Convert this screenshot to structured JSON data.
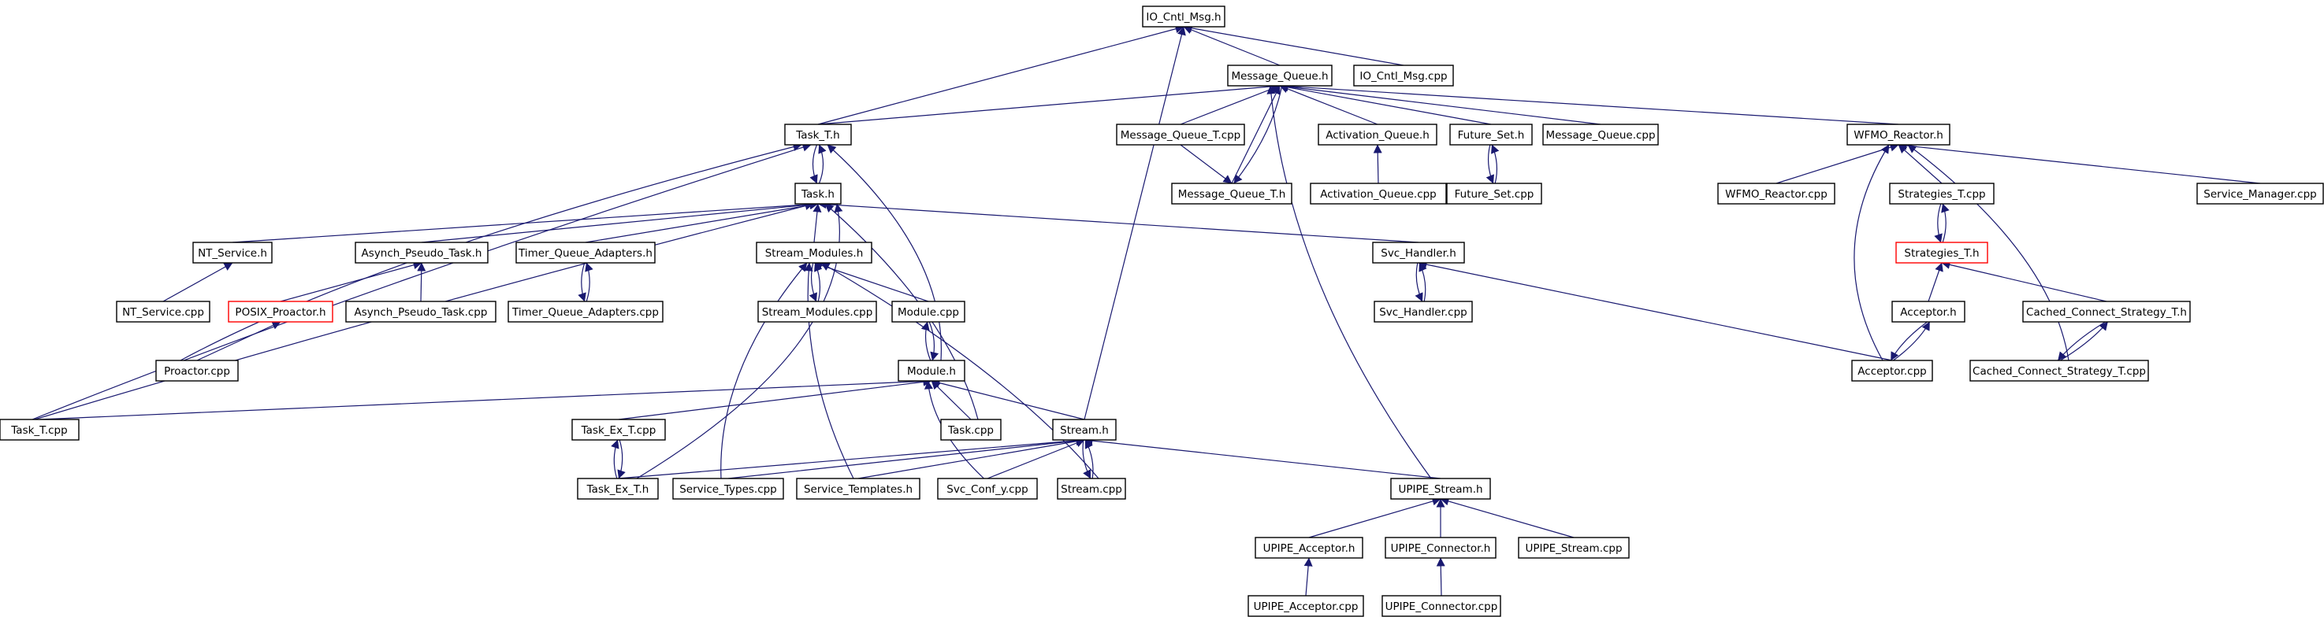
{
  "colors": {
    "edge": "#191970",
    "node_border": "#000000",
    "node_border_undocumented": "#ff0000",
    "root_fill": "#bfbfbf",
    "node_fill": "#ffffff",
    "background": "#ffffff"
  },
  "nodes": [
    {
      "id": "io_cntl_msg_h",
      "label": "IO_Cntl_Msg.h",
      "role": "root"
    },
    {
      "id": "message_queue_h",
      "label": "Message_Queue.h"
    },
    {
      "id": "io_cntl_msg_cpp",
      "label": "IO_Cntl_Msg.cpp"
    },
    {
      "id": "task_t_h",
      "label": "Task_T.h"
    },
    {
      "id": "message_queue_t_cpp",
      "label": "Message_Queue_T.cpp"
    },
    {
      "id": "activation_queue_h",
      "label": "Activation_Queue.h"
    },
    {
      "id": "future_set_h",
      "label": "Future_Set.h"
    },
    {
      "id": "message_queue_cpp",
      "label": "Message_Queue.cpp"
    },
    {
      "id": "wfmo_reactor_h",
      "label": "WFMO_Reactor.h"
    },
    {
      "id": "task_h",
      "label": "Task.h"
    },
    {
      "id": "message_queue_t_h",
      "label": "Message_Queue_T.h"
    },
    {
      "id": "activation_queue_cpp",
      "label": "Activation_Queue.cpp"
    },
    {
      "id": "future_set_cpp",
      "label": "Future_Set.cpp"
    },
    {
      "id": "wfmo_reactor_cpp",
      "label": "WFMO_Reactor.cpp"
    },
    {
      "id": "strategies_t_cpp",
      "label": "Strategies_T.cpp"
    },
    {
      "id": "service_manager_cpp",
      "label": "Service_Manager.cpp"
    },
    {
      "id": "nt_service_h",
      "label": "NT_Service.h"
    },
    {
      "id": "asynch_pseudo_task_h",
      "label": "Asynch_Pseudo_Task.h"
    },
    {
      "id": "timer_queue_adapters_h",
      "label": "Timer_Queue_Adapters.h"
    },
    {
      "id": "stream_modules_h",
      "label": "Stream_Modules.h"
    },
    {
      "id": "svc_handler_h",
      "label": "Svc_Handler.h"
    },
    {
      "id": "strategies_t_h",
      "label": "Strategies_T.h",
      "role": "undocumented"
    },
    {
      "id": "nt_service_cpp",
      "label": "NT_Service.cpp"
    },
    {
      "id": "posix_proactor_h",
      "label": "POSIX_Proactor.h",
      "role": "undocumented"
    },
    {
      "id": "asynch_pseudo_task_cpp",
      "label": "Asynch_Pseudo_Task.cpp"
    },
    {
      "id": "timer_queue_adapters_cpp",
      "label": "Timer_Queue_Adapters.cpp"
    },
    {
      "id": "stream_modules_cpp",
      "label": "Stream_Modules.cpp"
    },
    {
      "id": "module_cpp",
      "label": "Module.cpp"
    },
    {
      "id": "svc_handler_cpp",
      "label": "Svc_Handler.cpp"
    },
    {
      "id": "acceptor_h",
      "label": "Acceptor.h"
    },
    {
      "id": "cached_connect_strategy_t_h",
      "label": "Cached_Connect_Strategy_T.h"
    },
    {
      "id": "proactor_cpp",
      "label": "Proactor.cpp"
    },
    {
      "id": "module_h",
      "label": "Module.h"
    },
    {
      "id": "acceptor_cpp",
      "label": "Acceptor.cpp"
    },
    {
      "id": "cached_connect_strategy_t_cpp",
      "label": "Cached_Connect_Strategy_T.cpp"
    },
    {
      "id": "task_t_cpp",
      "label": "Task_T.cpp"
    },
    {
      "id": "task_ex_t_cpp",
      "label": "Task_Ex_T.cpp"
    },
    {
      "id": "task_cpp",
      "label": "Task.cpp"
    },
    {
      "id": "stream_h",
      "label": "Stream.h"
    },
    {
      "id": "task_ex_t_h",
      "label": "Task_Ex_T.h"
    },
    {
      "id": "service_types_cpp",
      "label": "Service_Types.cpp"
    },
    {
      "id": "service_templates_h",
      "label": "Service_Templates.h"
    },
    {
      "id": "svc_conf_y_cpp",
      "label": "Svc_Conf_y.cpp"
    },
    {
      "id": "stream_cpp",
      "label": "Stream.cpp"
    },
    {
      "id": "upipe_stream_h",
      "label": "UPIPE_Stream.h"
    },
    {
      "id": "upipe_acceptor_h",
      "label": "UPIPE_Acceptor.h"
    },
    {
      "id": "upipe_connector_h",
      "label": "UPIPE_Connector.h"
    },
    {
      "id": "upipe_stream_cpp",
      "label": "UPIPE_Stream.cpp"
    },
    {
      "id": "upipe_acceptor_cpp",
      "label": "UPIPE_Acceptor.cpp"
    },
    {
      "id": "upipe_connector_cpp",
      "label": "UPIPE_Connector.cpp"
    }
  ],
  "edges": [
    {
      "from": "message_queue_h",
      "to": "io_cntl_msg_h"
    },
    {
      "from": "io_cntl_msg_cpp",
      "to": "io_cntl_msg_h"
    },
    {
      "from": "task_t_h",
      "to": "io_cntl_msg_h"
    },
    {
      "from": "stream_h",
      "to": "io_cntl_msg_h"
    },
    {
      "from": "task_t_h",
      "to": "message_queue_h"
    },
    {
      "from": "message_queue_t_cpp",
      "to": "message_queue_h"
    },
    {
      "from": "message_queue_t_h",
      "to": "message_queue_h"
    },
    {
      "from": "activation_queue_h",
      "to": "message_queue_h"
    },
    {
      "from": "future_set_h",
      "to": "message_queue_h"
    },
    {
      "from": "message_queue_cpp",
      "to": "message_queue_h"
    },
    {
      "from": "wfmo_reactor_h",
      "to": "message_queue_h"
    },
    {
      "from": "upipe_stream_h",
      "to": "message_queue_h"
    },
    {
      "from": "message_queue_h",
      "to": "message_queue_t_h"
    },
    {
      "from": "message_queue_t_cpp",
      "to": "message_queue_t_h"
    },
    {
      "from": "activation_queue_cpp",
      "to": "activation_queue_h"
    },
    {
      "from": "future_set_cpp",
      "to": "future_set_h"
    },
    {
      "from": "future_set_h",
      "to": "future_set_cpp"
    },
    {
      "from": "wfmo_reactor_cpp",
      "to": "wfmo_reactor_h"
    },
    {
      "from": "strategies_t_cpp",
      "to": "wfmo_reactor_h"
    },
    {
      "from": "service_manager_cpp",
      "to": "wfmo_reactor_h"
    },
    {
      "from": "acceptor_cpp",
      "to": "wfmo_reactor_h"
    },
    {
      "from": "cached_connect_strategy_t_cpp",
      "to": "wfmo_reactor_h"
    },
    {
      "from": "strategies_t_h",
      "to": "strategies_t_cpp"
    },
    {
      "from": "strategies_t_cpp",
      "to": "strategies_t_h"
    },
    {
      "from": "acceptor_h",
      "to": "strategies_t_h"
    },
    {
      "from": "cached_connect_strategy_t_h",
      "to": "strategies_t_h"
    },
    {
      "from": "acceptor_cpp",
      "to": "acceptor_h"
    },
    {
      "from": "acceptor_h",
      "to": "acceptor_cpp"
    },
    {
      "from": "cached_connect_strategy_t_cpp",
      "to": "cached_connect_strategy_t_h"
    },
    {
      "from": "cached_connect_strategy_t_h",
      "to": "cached_connect_strategy_t_cpp"
    },
    {
      "from": "task_h",
      "to": "task_t_h"
    },
    {
      "from": "task_t_h",
      "to": "task_h"
    },
    {
      "from": "task_t_cpp",
      "to": "task_t_h"
    },
    {
      "from": "proactor_cpp",
      "to": "task_t_h"
    },
    {
      "from": "module_h",
      "to": "task_t_h"
    },
    {
      "from": "nt_service_h",
      "to": "task_h"
    },
    {
      "from": "asynch_pseudo_task_h",
      "to": "task_h"
    },
    {
      "from": "timer_queue_adapters_h",
      "to": "task_h"
    },
    {
      "from": "stream_modules_h",
      "to": "task_h"
    },
    {
      "from": "svc_handler_h",
      "to": "task_h"
    },
    {
      "from": "task_cpp",
      "to": "task_h"
    },
    {
      "from": "task_ex_t_h",
      "to": "task_h"
    },
    {
      "from": "nt_service_cpp",
      "to": "nt_service_h"
    },
    {
      "from": "posix_proactor_h",
      "to": "asynch_pseudo_task_h"
    },
    {
      "from": "asynch_pseudo_task_cpp",
      "to": "asynch_pseudo_task_h"
    },
    {
      "from": "proactor_cpp",
      "to": "posix_proactor_h"
    },
    {
      "from": "timer_queue_adapters_cpp",
      "to": "timer_queue_adapters_h"
    },
    {
      "from": "timer_queue_adapters_h",
      "to": "timer_queue_adapters_cpp"
    },
    {
      "from": "stream_modules_cpp",
      "to": "stream_modules_h"
    },
    {
      "from": "stream_modules_h",
      "to": "stream_modules_cpp"
    },
    {
      "from": "module_cpp",
      "to": "stream_modules_h"
    },
    {
      "from": "service_types_cpp",
      "to": "stream_modules_h"
    },
    {
      "from": "service_templates_h",
      "to": "stream_modules_h"
    },
    {
      "from": "stream_cpp",
      "to": "stream_modules_h"
    },
    {
      "from": "svc_handler_cpp",
      "to": "svc_handler_h"
    },
    {
      "from": "svc_handler_h",
      "to": "svc_handler_cpp"
    },
    {
      "from": "acceptor_cpp",
      "to": "svc_handler_h"
    },
    {
      "from": "module_h",
      "to": "module_cpp"
    },
    {
      "from": "module_cpp",
      "to": "module_h"
    },
    {
      "from": "task_t_cpp",
      "to": "module_h"
    },
    {
      "from": "task_ex_t_cpp",
      "to": "module_h"
    },
    {
      "from": "task_cpp",
      "to": "module_h"
    },
    {
      "from": "stream_h",
      "to": "module_h"
    },
    {
      "from": "svc_conf_y_cpp",
      "to": "module_h"
    },
    {
      "from": "task_ex_t_h",
      "to": "task_ex_t_cpp"
    },
    {
      "from": "task_ex_t_cpp",
      "to": "task_ex_t_h"
    },
    {
      "from": "task_ex_t_h",
      "to": "stream_h"
    },
    {
      "from": "service_types_cpp",
      "to": "stream_h"
    },
    {
      "from": "service_templates_h",
      "to": "stream_h"
    },
    {
      "from": "svc_conf_y_cpp",
      "to": "stream_h"
    },
    {
      "from": "stream_cpp",
      "to": "stream_h"
    },
    {
      "from": "stream_h",
      "to": "stream_cpp"
    },
    {
      "from": "upipe_stream_h",
      "to": "stream_h"
    },
    {
      "from": "upipe_acceptor_h",
      "to": "upipe_stream_h"
    },
    {
      "from": "upipe_connector_h",
      "to": "upipe_stream_h"
    },
    {
      "from": "upipe_stream_cpp",
      "to": "upipe_stream_h"
    },
    {
      "from": "upipe_acceptor_cpp",
      "to": "upipe_acceptor_h"
    },
    {
      "from": "upipe_connector_cpp",
      "to": "upipe_connector_h"
    },
    {
      "from": "task_t_cpp",
      "to": "task_h"
    }
  ]
}
